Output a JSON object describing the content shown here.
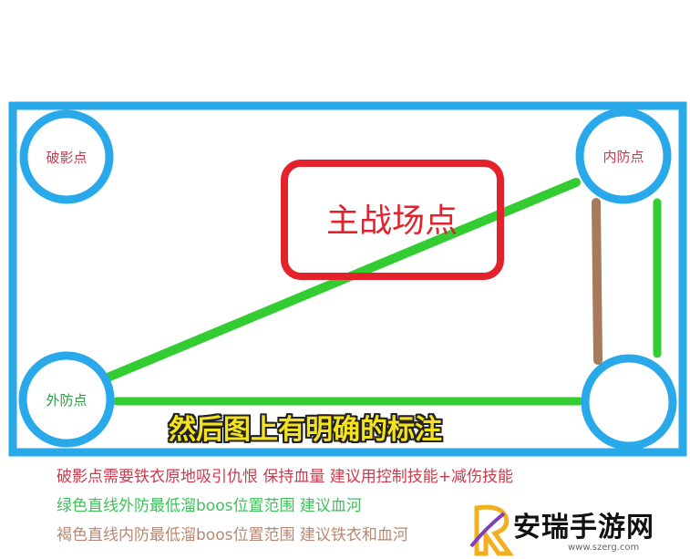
{
  "diagram": {
    "nodes": {
      "poying": "破影点",
      "neifang": "内防点",
      "waifang": "外防点",
      "zhuzhan": "主战场点"
    }
  },
  "subtitle": "然后图上有明确的标注",
  "legend": [
    "破影点需要铁衣原地吸引仇恨 保持血量 建议用控制技能+减伤技能",
    "绿色直线外防最低溜boos位置范围 建议血河",
    "褐色直线内防最低溜boos位置范围 建议铁衣和血河"
  ],
  "watermark": {
    "name": "安瑞手游网",
    "url": "www.szerg.com"
  },
  "colors": {
    "frame_blue": "#29a9ea",
    "box_red": "#e3222c",
    "green_line": "#33cc33",
    "brown_line": "#a67a5b"
  }
}
